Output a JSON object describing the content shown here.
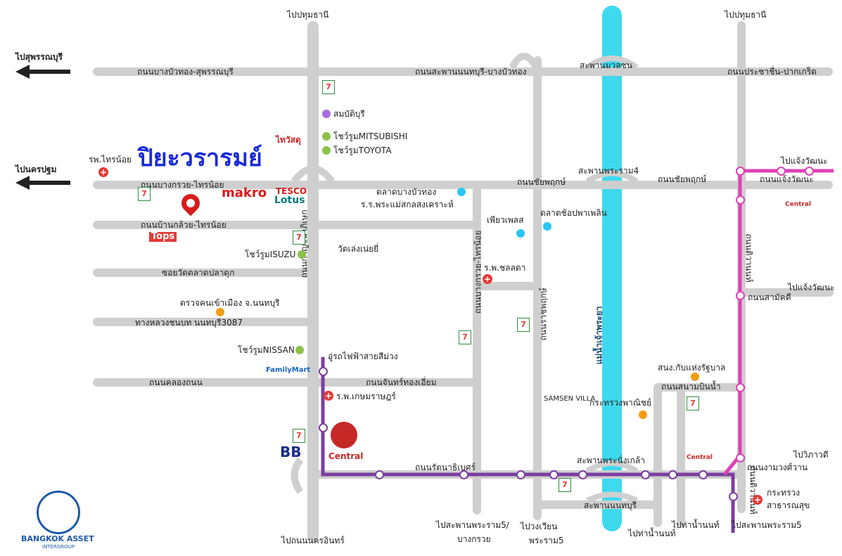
{
  "project": {
    "title": "ปิยะวรารมย์",
    "company": "BANGKOK ASSET",
    "company_sub": "INTERGROUP"
  },
  "directions": {
    "to_suphanburi": "ไปสุพรรณบุรี",
    "to_nakhonpathom": "ไปนครปฐม",
    "to_pathumthani_left": "ไปปทุมธานี",
    "to_pathumthani_right": "ไปปทุมธานี",
    "to_chaengwattana_1": "ไปแจ้งวัฒนะ",
    "to_chaengwattana_2": "ไปแจ้งวัฒนะ",
    "to_vibhavadi": "ไปวิภาวดี",
    "to_nakhon_in": "ไปถนนนครอินทร์",
    "to_rama5_bridge_line1": "ไปสะพานพระราม5/",
    "to_rama5_bridge_line2": "บางกรวย",
    "to_wongwian_line1": "ไปวงเวียน",
    "to_wongwian_line2": "พระราม5",
    "to_tha_nam_1": "ไปท่าน้ำนนท์",
    "to_tha_nam_2": "ไปท่าน้ำนนท์",
    "to_rama5_bridge_right": "ไปสะพานพระราม5"
  },
  "roads": {
    "bang_bua_thong_suphan": "ถนนบางบัวทอง-สุพรรณบุรี",
    "saphan_nonburi_bbt": "ถนนสะพานนนทบุรี-บางบัวทอง",
    "pracha_chuen_pakkret": "ถนนประชาชื่น-ปากเกร็ด",
    "bang_kruai_sai_noi": "ถนนบางกรวย-ไทรน้อย",
    "chaiyaphruek_1": "ถนนชัยพฤกษ์",
    "chaiyaphruek_2": "ถนนชัยพฤกษ์",
    "chaeng_watthana": "ถนนแจ้งวัฒนะ",
    "ban_kluay_sai_noi": "ถนนบ้านกล้วย-ไทรน้อย",
    "soi_wat_talat": "ซอยวัดตลาดปลาดุก",
    "highway_3087": "ทางหลวงชนบท นนทบุรี3087",
    "khlong_thanon": "ถนนคลองถนน",
    "chan_thong_iam": "ถนนจันทร์ทองเอี่ยม",
    "kanchanaphisek": "ถนนกาญจนาภิเษก",
    "bang_kruai_sai_noi_v": "ถนนบางกรวย-ไทรน้อย",
    "ratchaphruek": "ถนนราชพฤกษ์",
    "chidchai": "ถนนติวานนท์",
    "samakkhi": "ถนนสามัคคี",
    "sanam_bin_nam": "ถนนสนามบินน้ำ",
    "rattanathibet": "ถนนรัตนาธิเบศร์",
    "ngam_wong_wan": "ถนนงามวงศ์วาน",
    "tiwanon_s": "ถนนติวานนท์"
  },
  "bridges": {
    "mahasawat": "สะพานมวลชน",
    "rama4": "สะพานพระราม4",
    "phra_nang_klao": "สะพานพระนั่งเกล้า",
    "nonthaburi": "สะพานนนทบุรี"
  },
  "river": "แม่น้ำเจ้าพระยา",
  "places": {
    "sai_noi_hospital": "รพ.ไทรน้อย",
    "sombat_buri": "สมบัติบุรี",
    "mitsubishi": "โชว์รูมMITSUBISHI",
    "toyota": "โชว์รูมTOYOTA",
    "thai_watsadu": "ไทวัสดุ",
    "makro": "makro",
    "tesco": "TESCO",
    "lotus": "Lotus",
    "talat_bang_bua_thong": "ตลาดบางบัวทอง",
    "school_phramae": "ร.ร.พระแม่สกลสงเคราะห์",
    "phiyawes": "เพียวเพลส",
    "talat_chopha": "ตลาดช้อปพาเพลิน",
    "wat_lahng_nuea": "วัดเล่งเน่ยยี่",
    "isuzu": "โชว์รูมISUZU",
    "tops": "Tops",
    "hospital_chonlada": "ร.พ.ชลลดา",
    "immigration": "ตรวจคนเข้าเมือง จ.นนทบุรี",
    "nissan": "โชว์รูมNISSAN",
    "family_mart": "FamilyMart",
    "purple_line_depot": "อู่รถไฟฟ้าสายสีม่วง",
    "kasemrad": "ร.พ.เกษมราษฎร์",
    "central": "Central",
    "bb": "BB",
    "samsen_villa": "SAMSEN VILLA",
    "ministry_commerce": "กระทรวงพาณิชย์",
    "ofc_civil": "สนง.กับแห่งรัฐบาล",
    "ministry_health_1": "กระทรวง",
    "ministry_health_2": "สาธารณสุข",
    "central_right": "Central"
  },
  "colors": {
    "road": "#cfcfcf",
    "river": "#3fd9ee",
    "purple_line": "#7b3fa0",
    "pink_line": "#e040b8",
    "title_blue": "#1a2bd8"
  },
  "icons": {
    "seven_eleven": "7",
    "hospital": "+",
    "home_pin": "home-pin-icon"
  }
}
